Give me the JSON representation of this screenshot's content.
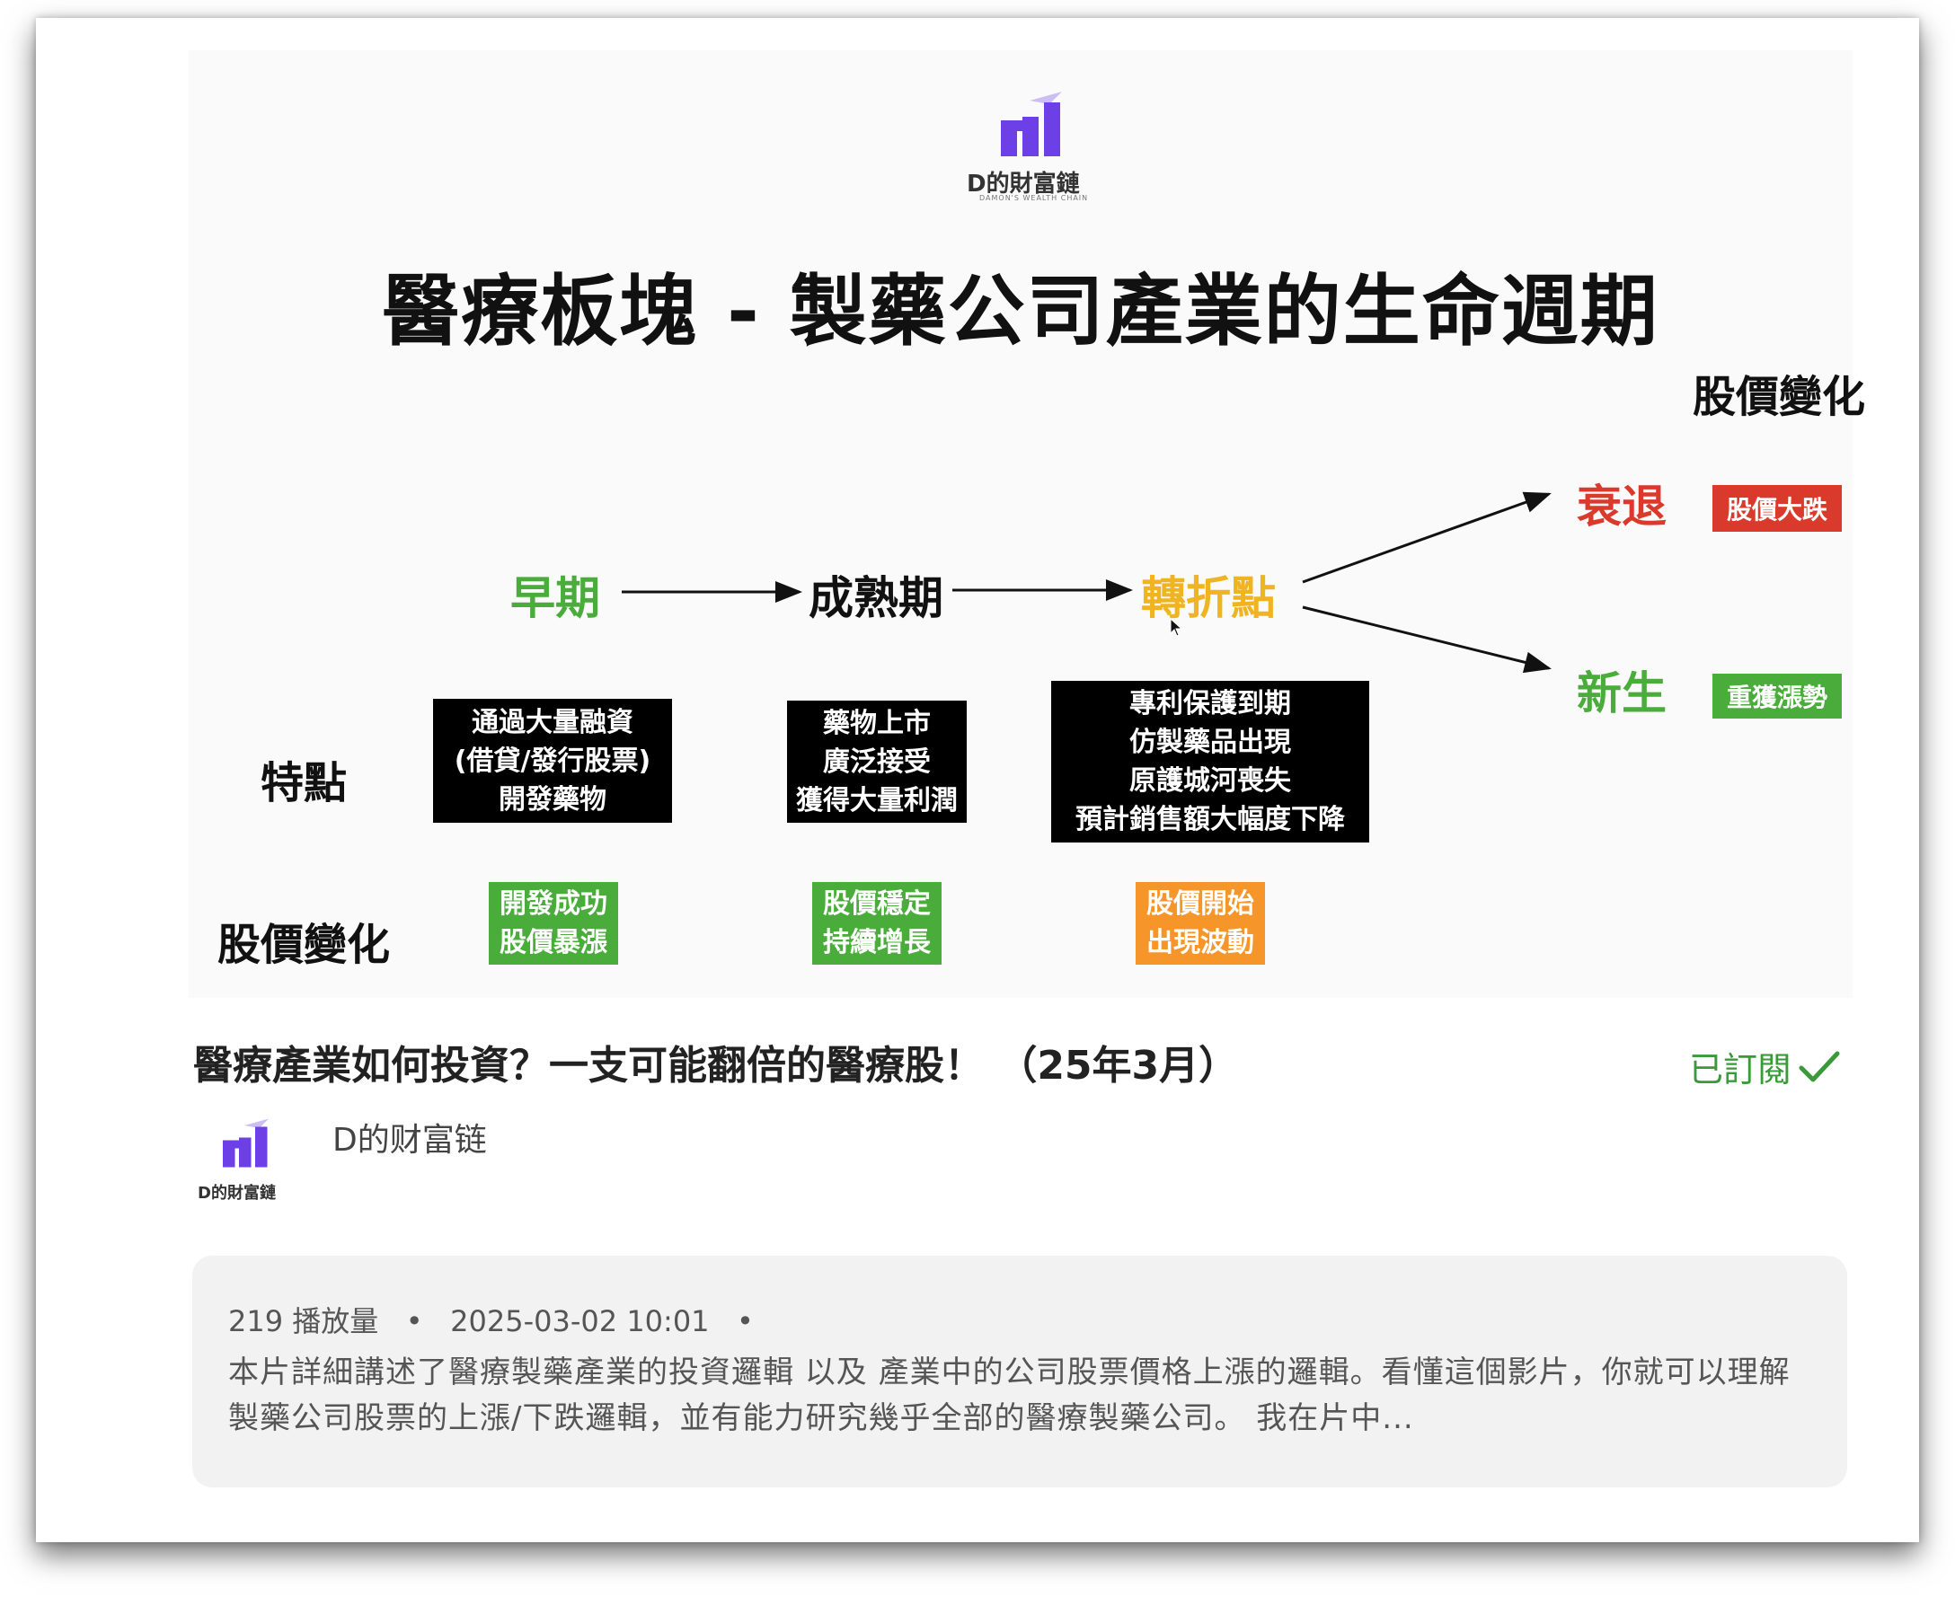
{
  "slide": {
    "logo_text": "D的財富鏈",
    "logo_sub": "DAMON'S WEALTH CHAIN",
    "title": "醫療板塊 - 製藥公司產業的生命週期",
    "top_right_header": "股價變化",
    "stages": {
      "early": "早期",
      "mature": "成熟期",
      "turning": "轉折點",
      "decline": "衰退",
      "rebirth": "新生"
    },
    "outcome_tags": {
      "decline": "股價大跌",
      "rebirth": "重獲漲勢"
    },
    "row_labels": {
      "features": "特點",
      "price_change": "股價變化"
    },
    "features": {
      "early": [
        "通過大量融資",
        "(借貸/發行股票)",
        "開發藥物"
      ],
      "mature": [
        "藥物上市",
        "廣泛接受",
        "獲得大量利潤"
      ],
      "turning": [
        "專利保護到期",
        "仿製藥品出現",
        "原護城河喪失",
        "預計銷售額大幅度下降"
      ]
    },
    "price_tags": {
      "early": [
        "開發成功",
        "股價暴漲"
      ],
      "mature": [
        "股價穩定",
        "持續增長"
      ],
      "turning": [
        "股價開始",
        "出現波動"
      ]
    }
  },
  "video": {
    "title": "醫療產業如何投資？一支可能翻倍的醫療股！ （25年3月）",
    "subscribed_label": "已訂閱",
    "channel_name": "D的财富链",
    "channel_logo_text": "D的財富鏈",
    "views": "219 播放量",
    "date": "2025-03-02 10:01",
    "description": "本片詳細講述了醫療製藥產業的投資邏輯 以及 產業中的公司股票價格上漲的邏輯。看懂這個影片，你就可以理解製藥公司股票的上漲/下跌邏輯，並有能力研究幾乎全部的醫療製藥公司。 我在片中..."
  },
  "colors": {
    "green": "#4aad3b",
    "red": "#d93a2b",
    "yellow": "#f0b322",
    "orange": "#f6952a",
    "purple": "#6d3fe6",
    "subscribed_green": "#3a9a3a"
  }
}
